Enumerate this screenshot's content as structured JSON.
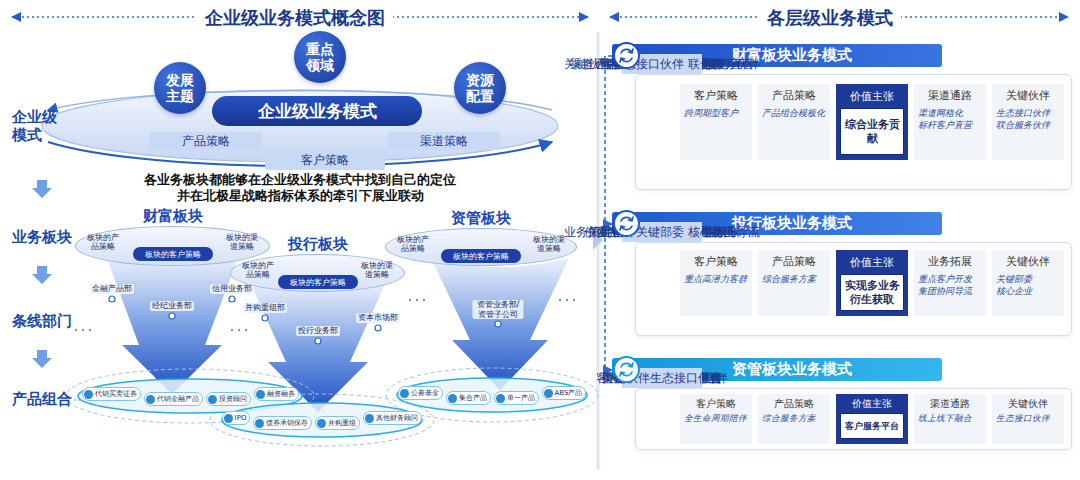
{
  "diagram": {
    "title": "企业级业务模式概念图",
    "nodes": [
      {
        "text": [
          "发展主题"
        ]
      },
      {
        "text": [
          "重点领域"
        ]
      },
      {
        "text": [
          "资源配置"
        ]
      },
      {
        "text": [
          "企业级业务模式"
        ]
      },
      {
        "text": [
          "产品策略"
        ]
      },
      {
        "text": [
          "客户策略"
        ]
      },
      {
        "text": [
          "渠道策略"
        ]
      },
      {
        "text": [
          "财富板块",
          "板块的产品策略",
          "板块的客户策略",
          "板块的渠道策略"
        ]
      },
      {
        "text": [
          "投行板块",
          "板块的产品策略",
          "板块的客户策略",
          "板块的渠道策略"
        ]
      },
      {
        "text": [
          "资管板块",
          "板块的产品策略",
          "板块的客户策略",
          "板块的渠道策略"
        ]
      },
      {
        "text": [
          "代销买卖证券"
        ]
      },
      {
        "text": [
          "代销金融产品"
        ]
      },
      {
        "text": [
          "投资顾问"
        ]
      },
      {
        "text": [
          "融资融券"
        ]
      },
      {
        "text": [
          "IPO"
        ]
      },
      {
        "text": [
          "债券承销保荐"
        ]
      },
      {
        "text": [
          "并购重组"
        ]
      },
      {
        "text": [
          "其他财务顾问"
        ]
      },
      {
        "text": [
          "公募基金"
        ]
      },
      {
        "text": [
          "集合产品"
        ]
      },
      {
        "text": [
          "单一产品"
        ]
      },
      {
        "text": [
          "ABS产品"
        ]
      },
      {
        "text": [
          "财富板块业务模式"
        ]
      },
      {
        "text": [
          "客户策略",
          "跨周期型客户"
        ],
        "in": 22
      },
      {
        "text": [
          "产品策略",
          "产品组合模板化"
        ],
        "in": 22
      },
      {
        "text": [
          "价值主张",
          "综合业务贡献"
        ],
        "in": 22
      },
      {
        "text": [
          "渠道通路",
          "渠道网格化 标杆客户直营"
        ],
        "in": 22
      },
      {
        "text": [
          "关键伙伴",
          "生态接口伙伴 联合服务伙伴"
        ],
        "in": 22
      },
      {
        "text": [
          "投行板块业务模式"
        ]
      },
      {
        "text": [
          "客户策略",
          "重点高潜力客群"
        ],
        "in": 28
      },
      {
        "text": [
          "产品策略",
          "综合服务方案"
        ],
        "in": 28
      },
      {
        "text": [
          "价值主张",
          "实现多业务衍生获取"
        ],
        "in": 28
      },
      {
        "text": [
          "业务拓展",
          "重点客户开发 集团协同导流"
        ],
        "in": 28
      },
      {
        "text": [
          "关键伙伴",
          "关键部委 核心企业"
        ],
        "in": 28
      },
      {
        "text": [
          "资管板块业务模式"
        ]
      },
      {
        "text": [
          "客户策略",
          "全生命周期陪伴"
        ],
        "in": 34
      },
      {
        "text": [
          "产品策略",
          "综合服务方案"
        ],
        "in": 34
      },
      {
        "text": [
          "价值主张",
          "客户服务平台"
        ],
        "in": 34
      },
      {
        "text": [
          "渠道通路",
          "线上线下融合"
        ],
        "in": 34
      },
      {
        "text": [
          "关键伙伴",
          "生态接口伙伴"
        ],
        "in": 34
      }
    ],
    "edges": [
      {
        "from": 22,
        "to": 28,
        "arrow": "to"
      },
      {
        "from": 28,
        "to": 34,
        "arrow": "to"
      }
    ],
    "labels": [
      "各层级业务模式",
      "企业级模式",
      "业务板块",
      "条线部门",
      "产品组合",
      "各业务板块都能够在企业级业务模式中找到自己的定位 并在北极星战略指标体系的牵引下展业联动",
      "金融产品部",
      "经纪业务部",
      "信用业务部",
      "并购重组部",
      "投行业务部",
      "资本市场部",
      "资管业务部/资管子公司"
    ]
  }
}
